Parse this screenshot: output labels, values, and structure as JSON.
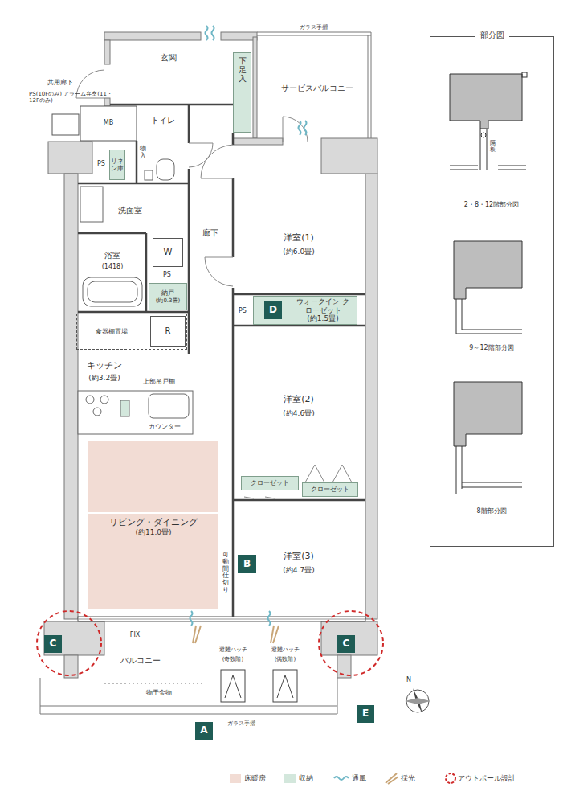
{
  "diagram": {
    "nodes": [
      {
        "text": [
          "部分図"
        ]
      },
      {
        "text": [
          "下足入"
        ]
      },
      {
        "text": [
          "リネン庫"
        ]
      },
      {
        "text": [
          "W"
        ]
      },
      {
        "text": [
          "納戸",
          "(約0.3畳)"
        ]
      },
      {
        "text": [
          "食器棚置場"
        ]
      },
      {
        "text": [
          "R"
        ],
        "in": 5
      },
      {
        "text": [
          "ウォークイン クローゼット",
          "(約1.5畳)"
        ]
      },
      {
        "text": [
          "D"
        ],
        "in": 7
      },
      {
        "text": [
          "クローゼット"
        ]
      },
      {
        "text": [
          "クローゼット"
        ]
      },
      {
        "text": [
          "リビング・ダイニング",
          "(約11.0畳)"
        ]
      },
      {
        "text": [
          "B"
        ]
      },
      {
        "text": [
          "C"
        ]
      },
      {
        "text": [
          "C"
        ]
      },
      {
        "text": [
          "A"
        ]
      },
      {
        "text": [
          "E"
        ]
      }
    ],
    "labels": [
      "ガラス手摺",
      "共用廊下",
      "PS(10Fのみ) アラーム弁室(11・12Fのみ)",
      "玄関",
      "MB",
      "トイレ",
      "物入",
      "サービスバルコニー",
      "PS",
      "洗面室",
      "廊下",
      "浴室",
      "(1418)",
      "PS",
      "PS",
      "洋室(1)",
      "(約6.0畳)",
      "キッチン",
      "(約3.2畳)",
      "上部吊戸棚",
      "カウンター",
      "洋室(2)",
      "(約4.6畳)",
      "洋室(3)",
      "(約4.7畳)",
      "可動間仕切り",
      "FIX",
      "バルコニー",
      "避難ハッチ",
      "(奇数階)",
      "避難ハッチ",
      "(偶数階)",
      "物干金物",
      "ガラス手摺",
      "隔板",
      "2・8・12階部分図",
      "9～12階部分図",
      "8階部分図",
      "N"
    ],
    "legend": [
      {
        "text": "床暖房",
        "color": "#f2dcd4"
      },
      {
        "text": "収納",
        "color": "#d3e7dc"
      },
      {
        "text": "通風"
      },
      {
        "text": "採光"
      },
      {
        "text": "アウトポール設計"
      }
    ]
  }
}
